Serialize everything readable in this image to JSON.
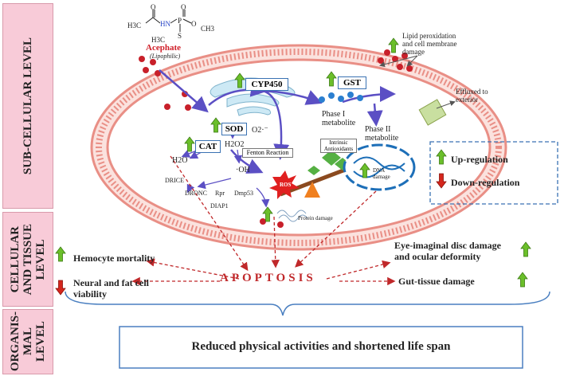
{
  "levels": {
    "subcellular": "SUB-CELLULAR  LEVEL",
    "cellular": "CELLULAR\nAND  TISSUE\nLEVEL",
    "organismal": "ORGANIS-\nMAL\nLEVEL"
  },
  "molecule": {
    "name": "Acephate",
    "note": "(Lipophilic)",
    "atoms": {
      "h3c_left": "H3C",
      "hn": "HN",
      "p": "P",
      "o_top": "O",
      "o_acyl": "O",
      "o_ester": "O",
      "ch3_right": "CH3",
      "s": "S",
      "h3c_bottom": "H3C"
    }
  },
  "enzymes": {
    "cyp450": "CYP450",
    "gst": "GST",
    "sod": "SOD",
    "cat": "CAT"
  },
  "labels": {
    "phase1": "Phase I\nmetabolite",
    "phase2": "Phase II\nmetabolite",
    "effluxed": "Effluxed to\nexterior",
    "lipid": "Lipid peroxidation\nand cell membrane\ndamage",
    "superoxide": "O2·⁻",
    "h2o2": "H2O2",
    "h2o": "H2O",
    "fenton": "Fenton Reaction",
    "oh": "·OH",
    "intrinsic": "Intrinsic\nAntioxidants",
    "ros": "ROS",
    "dna": "DNA\ndamage",
    "protein": "Protein damage",
    "drice": "DRICE",
    "dronc": "DRONC",
    "rpr": "Rpr",
    "dmp53": "Dmp53",
    "diap1": "DIAP1"
  },
  "legend": {
    "up": "Up-regulation",
    "down": "Down-regulation"
  },
  "effects": {
    "hemocyte": "Hemocyte mortality",
    "neural": "Neural and fat cell\nviability",
    "eye": "Eye-imaginal disc damage\nand ocular deformity",
    "gut": "Gut-tissue damage",
    "apoptosis": "APOPTOSIS"
  },
  "conclusion": "Reduced physical activities and shortened life span",
  "colors": {
    "membrane": "#f0a8a0",
    "level_bg": "#f8cbd8",
    "arrow_blue": "#5b4fc4",
    "apoptosis_red": "#c0282a",
    "up_green": "#6bbf2a",
    "down_red": "#d4261c",
    "box_blue": "#3a72b3"
  }
}
